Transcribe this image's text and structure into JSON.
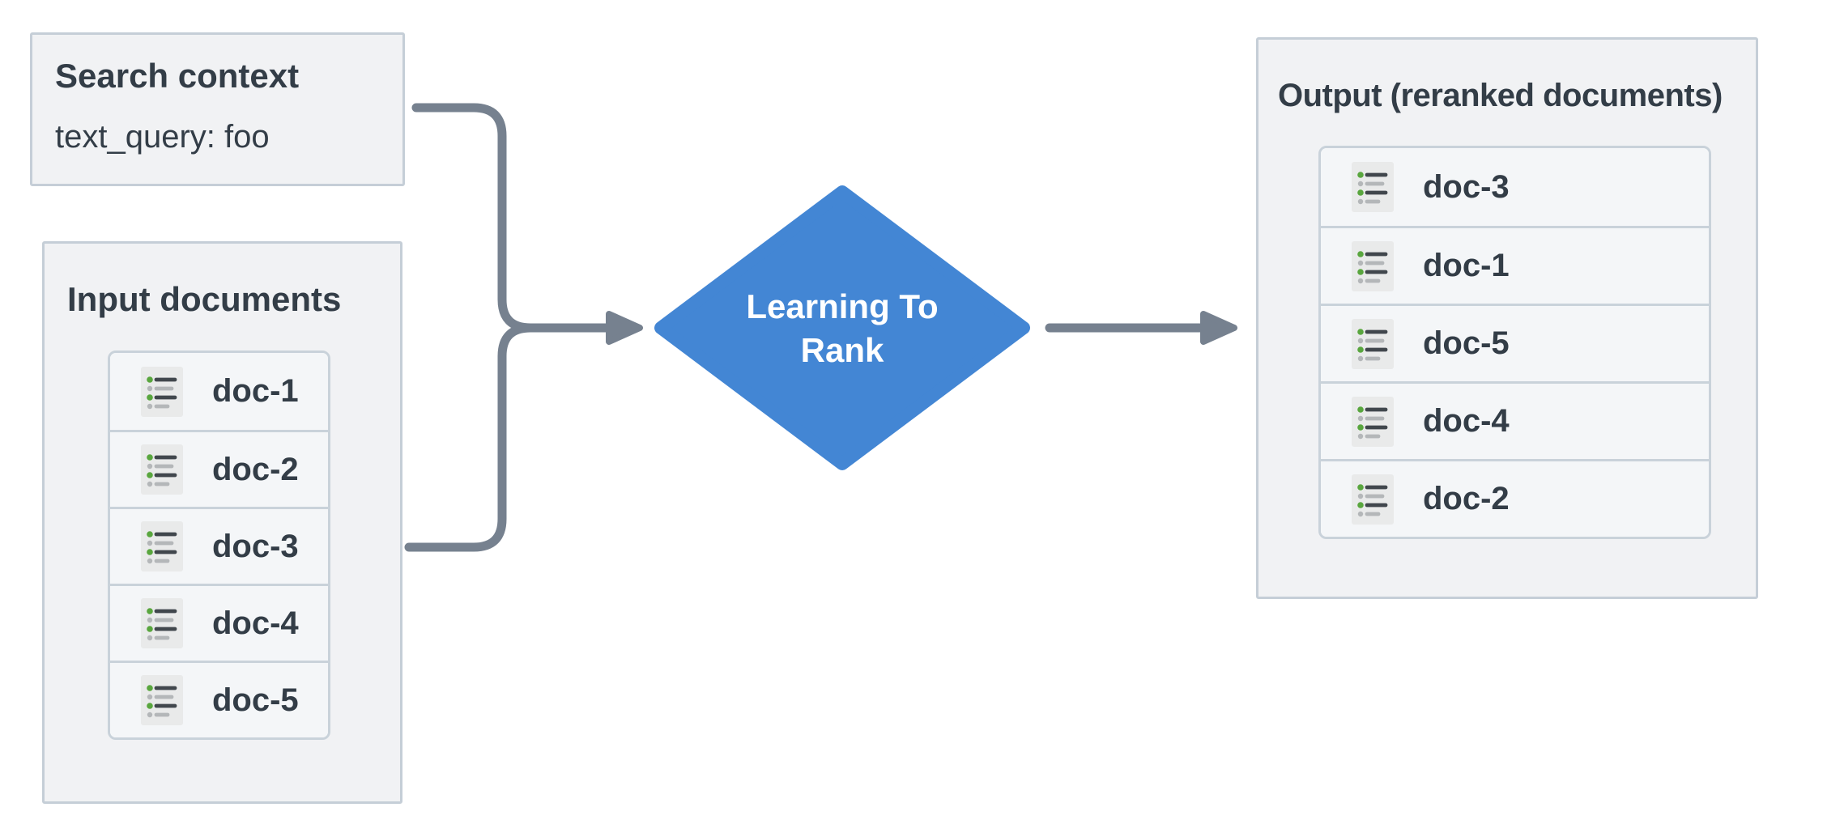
{
  "diagram": {
    "search_box": {
      "title": "Search context",
      "query_line": "text_query: foo"
    },
    "input_box": {
      "title": "Input documents",
      "docs": [
        "doc-1",
        "doc-2",
        "doc-3",
        "doc-4",
        "doc-5"
      ]
    },
    "process_node": {
      "label": "Learning To Rank"
    },
    "output_box": {
      "title": "Output (reranked documents)",
      "docs": [
        "doc-3",
        "doc-1",
        "doc-5",
        "doc-4",
        "doc-2"
      ]
    },
    "icons": {
      "doc_icon": "list-document-icon"
    },
    "colors": {
      "canvas_bg": "#ffffff",
      "box_bg": "#f1f2f4",
      "box_border": "#c5ced7",
      "item_bg": "#f4f6f8",
      "item_border": "#c9d2da",
      "text": "#333d47",
      "arrow": "#76818f",
      "diamond_fill": "#4386d4",
      "diamond_text": "#ffffff",
      "icon_bg": "#e9eaea",
      "icon_green": "#59a63e",
      "icon_dark": "#41474d",
      "icon_gray": "#b4b7b9"
    }
  }
}
